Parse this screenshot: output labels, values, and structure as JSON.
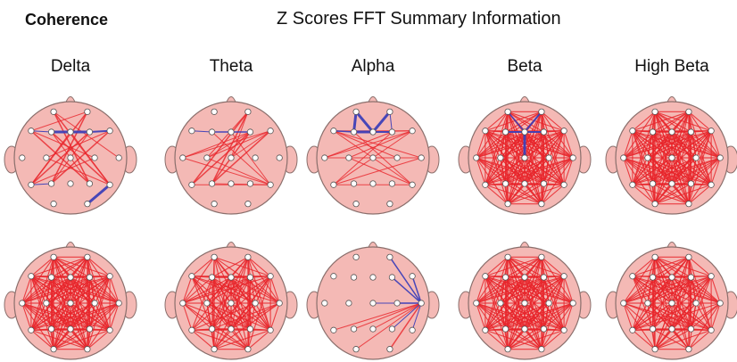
{
  "page_label": "Coherence",
  "title": "Z Scores FFT Summary Information",
  "bands": [
    "Delta",
    "Theta",
    "Alpha",
    "Beta",
    "High Beta"
  ],
  "colors": {
    "head_fill": "#f4b9b5",
    "head_stroke": "#8a6f6c",
    "electrode_fill": "#ffffff",
    "hyper_coherence": "#e8242a",
    "hypo_coherence": "#3d3fb8"
  },
  "electrodes": [
    "Fp1",
    "Fp2",
    "F7",
    "F3",
    "Fz",
    "F4",
    "F8",
    "T3",
    "C3",
    "Cz",
    "C4",
    "T4",
    "T5",
    "P3",
    "Pz",
    "P4",
    "T6",
    "O1",
    "O2"
  ],
  "coherence_maps": [
    {
      "band": "Delta",
      "row": 1,
      "links": [
        [
          "F3",
          "Fz",
          "blue",
          3
        ],
        [
          "Fz",
          "F4",
          "blue",
          3
        ],
        [
          "F4",
          "F8",
          "blue",
          2
        ],
        [
          "F3",
          "F7",
          "blue",
          1
        ],
        [
          "O2",
          "T6",
          "blue",
          3
        ],
        [
          "P3",
          "T5",
          "blue",
          1
        ],
        [
          "Fp1",
          "P4",
          "red",
          1.5
        ],
        [
          "Fp1",
          "T6",
          "red",
          1.5
        ],
        [
          "Fp2",
          "T5",
          "red",
          1.5
        ],
        [
          "Fp2",
          "P3",
          "red",
          1.5
        ],
        [
          "F7",
          "P4",
          "red",
          1.5
        ],
        [
          "F8",
          "P3",
          "red",
          1.5
        ],
        [
          "F3",
          "T6",
          "red",
          1.5
        ],
        [
          "F4",
          "T5",
          "red",
          1.5
        ],
        [
          "F7",
          "C4",
          "red",
          1
        ],
        [
          "F8",
          "C3",
          "red",
          1
        ],
        [
          "Fz",
          "T5",
          "red",
          1
        ],
        [
          "Fz",
          "T6",
          "red",
          1
        ],
        [
          "F3",
          "P4",
          "red",
          1
        ],
        [
          "F4",
          "P3",
          "red",
          1
        ],
        [
          "Fp2",
          "F7",
          "red",
          1
        ],
        [
          "Fp1",
          "T4",
          "red",
          1
        ],
        [
          "C3",
          "T6",
          "red",
          1
        ],
        [
          "C4",
          "T5",
          "red",
          1
        ]
      ]
    },
    {
      "band": "Theta",
      "row": 1,
      "links": [
        [
          "F3",
          "Fz",
          "blue",
          1.5
        ],
        [
          "Fz",
          "F4",
          "blue",
          1.5
        ],
        [
          "F3",
          "F7",
          "blue",
          1
        ],
        [
          "Fp2",
          "P3",
          "red",
          1.5
        ],
        [
          "Fp2",
          "T5",
          "red",
          1.5
        ],
        [
          "F4",
          "T5",
          "red",
          1.5
        ],
        [
          "F4",
          "P3",
          "red",
          1.5
        ],
        [
          "F8",
          "P3",
          "red",
          1.5
        ],
        [
          "F8",
          "T3",
          "red",
          1
        ],
        [
          "F8",
          "C3",
          "red",
          1
        ],
        [
          "F4",
          "C3",
          "red",
          1
        ],
        [
          "Fp2",
          "C3",
          "red",
          1
        ],
        [
          "F4",
          "T3",
          "red",
          1
        ],
        [
          "T5",
          "T6",
          "red",
          1
        ],
        [
          "P3",
          "T6",
          "red",
          1
        ],
        [
          "F3",
          "T6",
          "red",
          1
        ],
        [
          "Fp2",
          "Cz",
          "red",
          1
        ],
        [
          "F8",
          "Cz",
          "red",
          1
        ],
        [
          "T3",
          "T6",
          "red",
          1
        ],
        [
          "C3",
          "T6",
          "red",
          1
        ],
        [
          "Fz",
          "T6",
          "red",
          1
        ]
      ]
    },
    {
      "band": "Alpha",
      "row": 1,
      "links": [
        [
          "Fp1",
          "F3",
          "blue",
          3
        ],
        [
          "Fp1",
          "Fz",
          "blue",
          3
        ],
        [
          "Fp2",
          "Fz",
          "blue",
          3
        ],
        [
          "Fz",
          "F3",
          "blue",
          3
        ],
        [
          "F3",
          "F7",
          "blue",
          1.5
        ],
        [
          "Fz",
          "F4",
          "blue",
          2
        ],
        [
          "Fp2",
          "F4",
          "blue",
          1
        ],
        [
          "F7",
          "F8",
          "red",
          1
        ],
        [
          "F7",
          "T4",
          "red",
          1
        ],
        [
          "F8",
          "T3",
          "red",
          1
        ],
        [
          "F8",
          "C3",
          "red",
          1
        ],
        [
          "F4",
          "T3",
          "red",
          1
        ],
        [
          "T3",
          "T4",
          "red",
          1
        ],
        [
          "F3",
          "T6",
          "red",
          1
        ],
        [
          "C3",
          "T6",
          "red",
          1
        ],
        [
          "T5",
          "T4",
          "red",
          1
        ],
        [
          "F7",
          "C4",
          "red",
          1
        ],
        [
          "F4",
          "T5",
          "red",
          1
        ],
        [
          "T5",
          "T6",
          "red",
          1
        ],
        [
          "F3",
          "F8",
          "red",
          1
        ],
        [
          "F7",
          "T6",
          "red",
          1
        ],
        [
          "F8",
          "T5",
          "red",
          1
        ]
      ]
    },
    {
      "band": "Beta",
      "row": 1,
      "full_mesh_red": true,
      "links": [
        [
          "Fz",
          "Cz",
          "blue",
          3
        ],
        [
          "Fz",
          "F3",
          "blue",
          2
        ],
        [
          "Fz",
          "F4",
          "blue",
          2
        ],
        [
          "Fp2",
          "Fz",
          "blue",
          2
        ],
        [
          "Fp1",
          "Fz",
          "blue",
          1.5
        ]
      ]
    },
    {
      "band": "High Beta",
      "row": 1,
      "full_mesh_red": true,
      "links": []
    },
    {
      "band": "Delta",
      "row": 2,
      "full_mesh_red": true,
      "links": []
    },
    {
      "band": "Theta",
      "row": 2,
      "full_mesh_red": true,
      "mesh_density": 0.75,
      "links": []
    },
    {
      "band": "Alpha",
      "row": 2,
      "links": [
        [
          "T4",
          "F4",
          "blue",
          1.5
        ],
        [
          "T4",
          "F8",
          "blue",
          1.5
        ],
        [
          "T4",
          "Fp2",
          "blue",
          1.5
        ],
        [
          "T4",
          "C4",
          "blue",
          1.5
        ],
        [
          "T4",
          "Cz",
          "blue",
          1
        ],
        [
          "T4",
          "P4",
          "blue",
          1
        ],
        [
          "T4",
          "T6",
          "blue",
          1
        ],
        [
          "T4",
          "Pz",
          "red",
          1
        ],
        [
          "T4",
          "P3",
          "red",
          1
        ],
        [
          "T4",
          "O2",
          "red",
          1.5
        ],
        [
          "T4",
          "O1",
          "red",
          1
        ],
        [
          "T4",
          "T5",
          "red",
          1
        ]
      ]
    },
    {
      "band": "Beta",
      "row": 2,
      "full_mesh_red": true,
      "links": []
    },
    {
      "band": "High Beta",
      "row": 2,
      "full_mesh_red": true,
      "mesh_density": 0.8,
      "links": []
    }
  ]
}
